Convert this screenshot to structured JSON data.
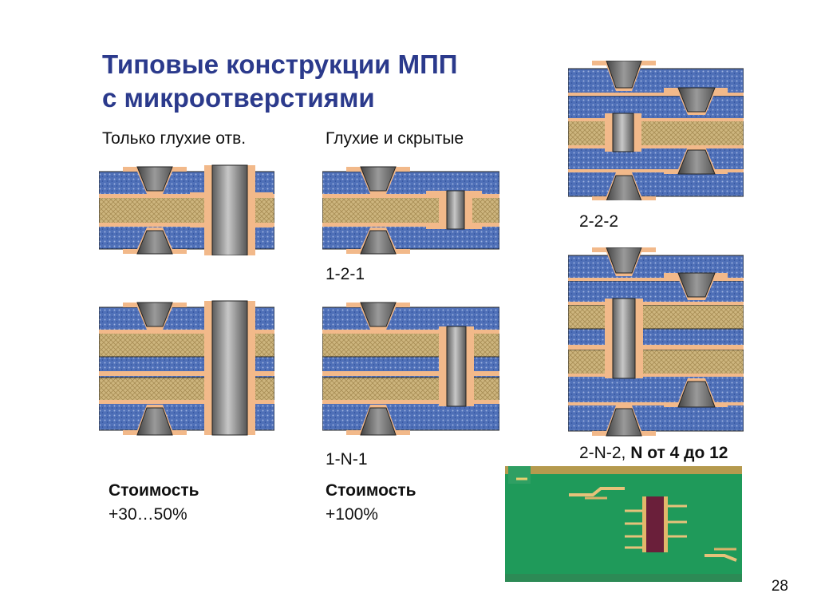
{
  "slide": {
    "title_line1": "Типовые конструкции МПП",
    "title_line2": "с микроотверстиями",
    "col1_heading": "Только глухие отв.",
    "col2_heading": "Глухие и скрытые",
    "label_121": "1-2-1",
    "label_1N1": "1-N-1",
    "label_222": "2-2-2",
    "label_2N2_prefix": "2-N-2, ",
    "label_2N2_bold": "N от 4 до 12",
    "cost1_title": "Стоимость",
    "cost1_value": "+30…50%",
    "cost2_title": "Стоимость",
    "cost2_value": "+100%",
    "page_number": "28"
  },
  "colors": {
    "title": "#2b3a8c",
    "dielectric_blue": "#4a6bb5",
    "core_tan": "#c9b27a",
    "copper": "#f2b98a",
    "via_gray": "#808080",
    "pcb_green": "#1f9a5a"
  }
}
